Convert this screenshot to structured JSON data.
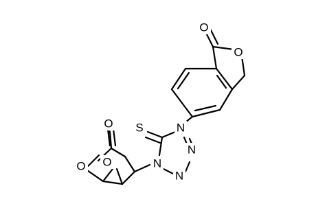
{
  "molecule": {
    "atoms": {
      "O_carbonyl_top": "O",
      "O_ring_lactone": "O",
      "S_thione": "S",
      "N1": "N",
      "N2": "N",
      "N3": "N",
      "N4": "N",
      "O_carbonyl_bicyclic": "O",
      "O_bridge_left": "O",
      "O_bridge_mid": "O"
    }
  }
}
